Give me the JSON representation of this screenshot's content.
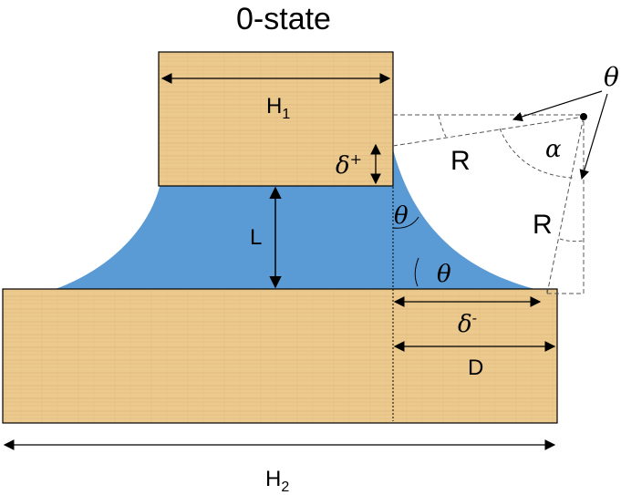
{
  "title": "0-state",
  "labels": {
    "h1": "H",
    "h1_sub": "1",
    "h2": "H",
    "h2_sub": "2",
    "L": "L",
    "D": "D",
    "R_top": "R",
    "R_right": "R",
    "delta_plus": "δ",
    "delta_plus_sup": "+",
    "delta_minus": "δ",
    "delta_minus_sup": "-",
    "theta_inner_top": "θ",
    "theta_inner_bottom": "θ",
    "theta_outer": "θ",
    "alpha": "α"
  },
  "colors": {
    "liquid": "#5b9bd5",
    "wood": "#ecc98c",
    "wood_grain": "#c9a468",
    "outline": "#000000",
    "dashed": "#555555",
    "background": "#ffffff"
  }
}
